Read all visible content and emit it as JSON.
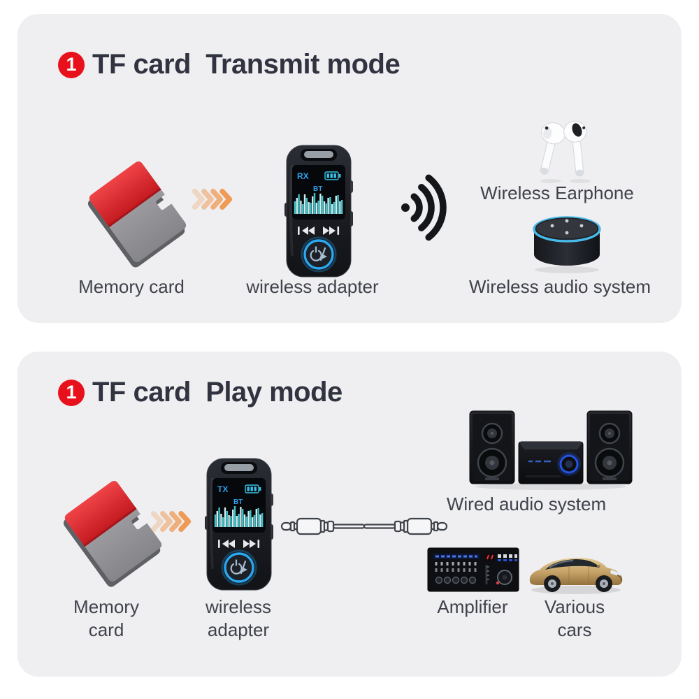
{
  "colors": {
    "panel_bg": "#efeff1",
    "title_text": "#313440",
    "label_text": "#3f424b",
    "badge_red": "#e8101b",
    "arrow_orange": "#ef9a55",
    "adapter_ring_blue": "#2aa8f0",
    "screen_text_blue": "#2f9fe8",
    "echo_ring_cyan": "#49b9e8",
    "memory_card_red": "#d92a2f",
    "memory_card_gray": "#97979b"
  },
  "panel1": {
    "badge": "1",
    "title": "TF card  Transmit mode",
    "device": {
      "mode": "RX",
      "bt": "BT"
    },
    "labels": {
      "memory_card": "Memory card",
      "adapter": "wireless adapter",
      "earphone": "Wireless Earphone",
      "audio_system": "Wireless audio system"
    }
  },
  "panel2": {
    "badge": "1",
    "title": "TF card  Play mode",
    "device": {
      "mode": "TX",
      "bt": "BT"
    },
    "labels": {
      "memory_card": "Memory card",
      "adapter": "wireless adapter",
      "wired_system": "Wired audio system",
      "amplifier": "Amplifier",
      "cars": "Various cars"
    }
  }
}
